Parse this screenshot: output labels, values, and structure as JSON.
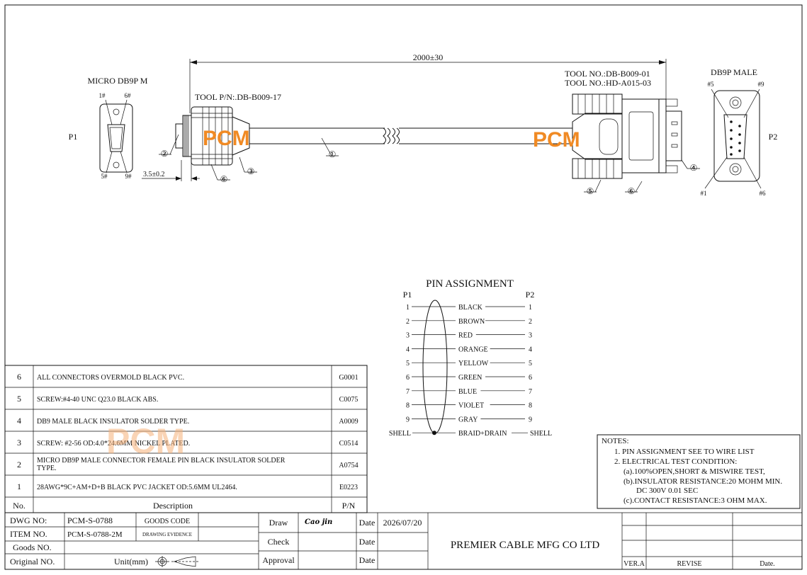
{
  "drawing": {
    "length_dim": "2000±30",
    "left_title": "MICRO DB9P M",
    "right_title": "DB9P MALE",
    "p1": "P1",
    "p2": "P2",
    "tool_left": "TOOL P/N:.DB-B009-17",
    "tool_right_1": "TOOL NO.:DB-B009-01",
    "tool_right_2": "TOOL NO.:HD-A015-03",
    "pin_1": "1#",
    "pin_6": "6#",
    "pin_5": "5#",
    "pin_9": "9#",
    "pin_r5": "#5",
    "pin_r9": "#9",
    "pin_r1": "#1",
    "pin_r6": "#6",
    "small_dim": "3.5±0.2",
    "logo": "PCM",
    "callouts": [
      "①",
      "②",
      "③",
      "④",
      "⑤",
      "⑥"
    ]
  },
  "pin_assignment": {
    "title": "PIN   ASSIGNMENT",
    "left_header": "P1",
    "right_header": "P2",
    "rows": [
      {
        "p1": "1",
        "color": "BLACK",
        "p2": "1"
      },
      {
        "p1": "2",
        "color": "BROWN",
        "p2": "2"
      },
      {
        "p1": "3",
        "color": "RED",
        "p2": "3"
      },
      {
        "p1": "4",
        "color": "ORANGE",
        "p2": "4"
      },
      {
        "p1": "5",
        "color": "YELLOW",
        "p2": "5"
      },
      {
        "p1": "6",
        "color": "GREEN",
        "p2": "6"
      },
      {
        "p1": "7",
        "color": "BLUE",
        "p2": "7"
      },
      {
        "p1": "8",
        "color": "VIOLET",
        "p2": "8"
      },
      {
        "p1": "9",
        "color": "GRAY",
        "p2": "9"
      }
    ],
    "shell": {
      "p1": "SHELL",
      "color": "BRAID+DRAIN",
      "p2": "SHELL"
    }
  },
  "bom": {
    "rows": [
      {
        "no": "6",
        "desc": "ALL CONNECTORS OVERMOLD BLACK PVC.",
        "pn": "G0001"
      },
      {
        "no": "5",
        "desc": "SCREW:#4-40 UNC Q23.0 BLACK ABS.",
        "pn": "C0075"
      },
      {
        "no": "4",
        "desc": "DB9 MALE BLACK INSULATOR SOLDER TYPE.",
        "pn": "A0009"
      },
      {
        "no": "3",
        "desc": "SCREW: #2-56 OD:4.0*24.6MM NICKEL PLATED.",
        "pn": "C0514"
      },
      {
        "no": "2",
        "desc": "MICRO DB9P MALE CONNECTOR FEMALE PIN BLACK INSULATOR SOLDER TYPE.",
        "pn": "A0754"
      },
      {
        "no": "1",
        "desc": "28AWG*9C+AM+D+B BLACK PVC JACKET OD:5.6MM UL2464.",
        "pn": "E0223"
      }
    ],
    "header": {
      "no": "No.",
      "desc": "Description",
      "pn": "P/N"
    }
  },
  "notes": {
    "title": "NOTES:",
    "lines": [
      "1. PIN ASSIGNMENT SEE TO WIRE LIST",
      "2. ELECTRICAL TEST CONDITION:",
      "(a).100%OPEN,SHORT & MISWIRE TEST,",
      "(b).INSULATOR RESISTANCE:20 MOHM MIN.",
      "DC 300V 0.01 SEC",
      "(c).CONTACT RESISTANCE:3 OHM MAX."
    ]
  },
  "title_block": {
    "dwg_label": "DWG NO:",
    "dwg_value": "PCM-S-0788",
    "goods_code": "GOODS CODE",
    "item_label": "ITEM NO.",
    "item_value": "PCM-S-0788-2M",
    "drawing_evidence": "DRAWING EVIDENCE",
    "goods_no": "Goods NO.",
    "original_no": "Original NO.",
    "unit": "Unit(mm)",
    "draw": "Draw",
    "draw_sig": "Cao jin",
    "check": "Check",
    "approval": "Approval",
    "date": "Date",
    "date_value": "2026/07/20",
    "company": "PREMIER CABLE MFG CO LTD",
    "ver": "VER.A",
    "revise": "REVISE",
    "rev_date": "Date."
  }
}
